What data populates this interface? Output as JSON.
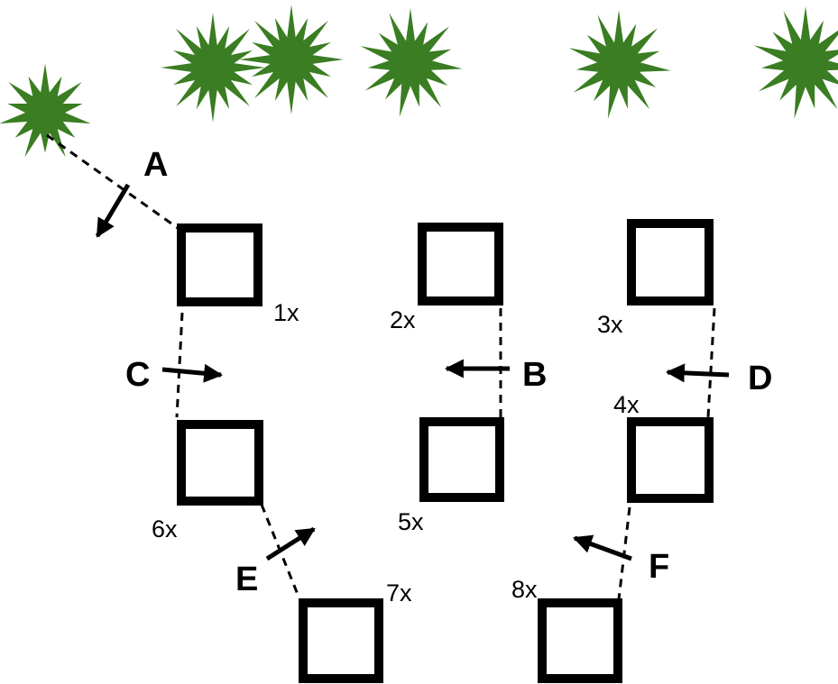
{
  "colors": {
    "tree": "#3a7d22",
    "ink": "#000000",
    "background": "#ffffff"
  },
  "boxes": [
    {
      "id": "1",
      "label": "1x"
    },
    {
      "id": "2",
      "label": "2x"
    },
    {
      "id": "3",
      "label": "3x"
    },
    {
      "id": "4",
      "label": "4x"
    },
    {
      "id": "5",
      "label": "5x"
    },
    {
      "id": "6",
      "label": "6x"
    },
    {
      "id": "7",
      "label": "7x"
    },
    {
      "id": "8",
      "label": "8x"
    }
  ],
  "lines": [
    {
      "id": "A",
      "label": "A"
    },
    {
      "id": "B",
      "label": "B"
    },
    {
      "id": "C",
      "label": "C"
    },
    {
      "id": "D",
      "label": "D"
    },
    {
      "id": "E",
      "label": "E"
    },
    {
      "id": "F",
      "label": "F"
    }
  ],
  "trees": [
    {
      "icon": "tree-icon"
    },
    {
      "icon": "tree-icon"
    },
    {
      "icon": "tree-icon"
    },
    {
      "icon": "tree-icon"
    },
    {
      "icon": "tree-icon"
    },
    {
      "icon": "tree-icon"
    }
  ]
}
